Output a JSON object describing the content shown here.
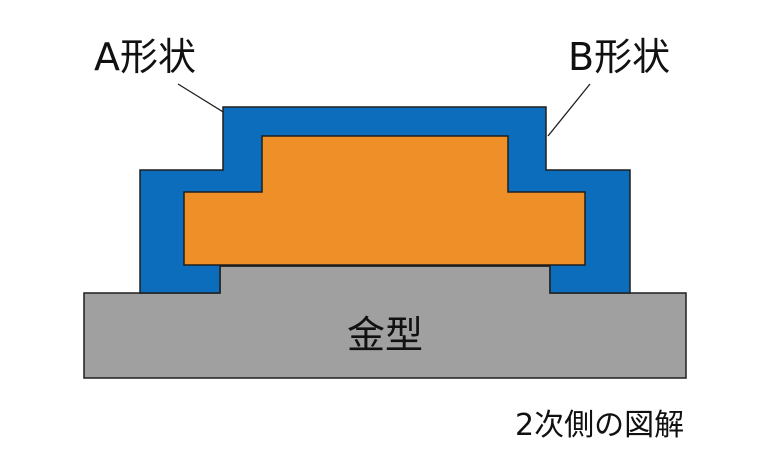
{
  "labels": {
    "shape_a": "A形状",
    "shape_b": "B形状",
    "mold": "金型",
    "caption": "2次側の図解"
  },
  "colors": {
    "shape_b_fill": "#0b6dbb",
    "shape_a_fill": "#ee9027",
    "mold_fill": "#a0a0a0",
    "outline": "#1f1f1f",
    "text": "#111111"
  }
}
